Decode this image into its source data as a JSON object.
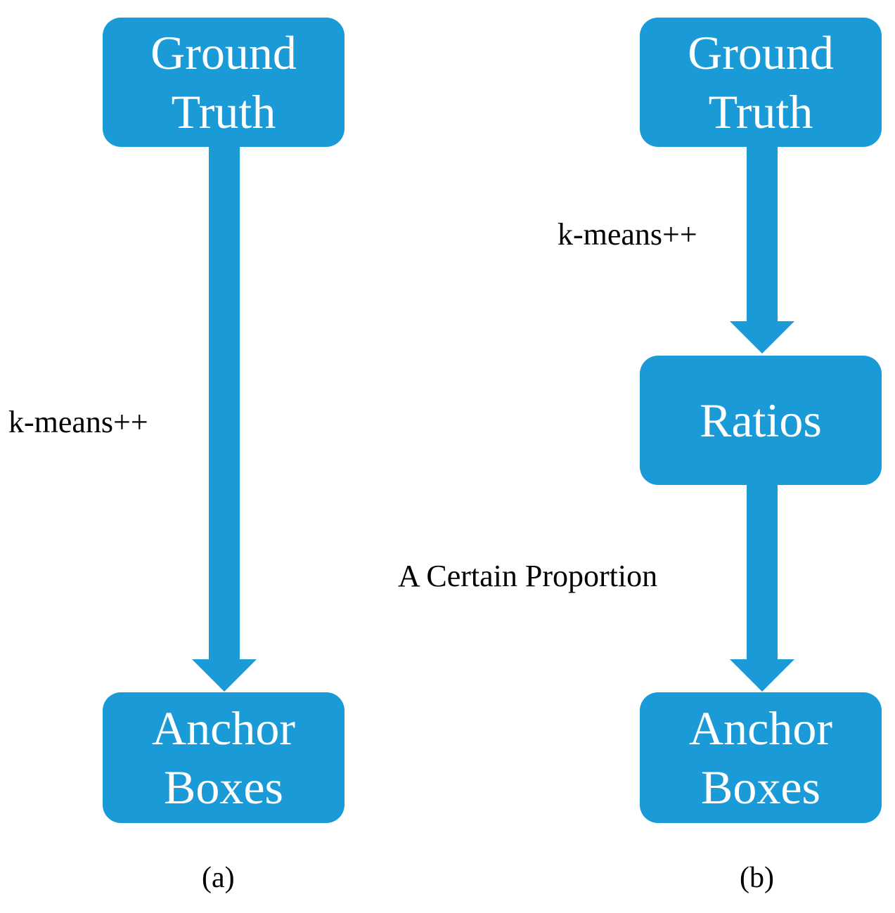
{
  "diagram_a": {
    "top_node": {
      "line1": "Ground",
      "line2": "Truth"
    },
    "bottom_node": {
      "line1": "Anchor",
      "line2": "Boxes"
    },
    "edge_label": "k-means++",
    "caption": "(a)"
  },
  "diagram_b": {
    "top_node": {
      "line1": "Ground",
      "line2": "Truth"
    },
    "middle_node": {
      "label": "Ratios"
    },
    "bottom_node": {
      "line1": "Anchor",
      "line2": "Boxes"
    },
    "edge1_label": "k-means++",
    "edge2_label": "A Certain Proportion",
    "caption": "(b)"
  },
  "colors": {
    "node_fill": "#1a9bd7",
    "node_text": "#ffffff",
    "label_text": "#000000"
  }
}
